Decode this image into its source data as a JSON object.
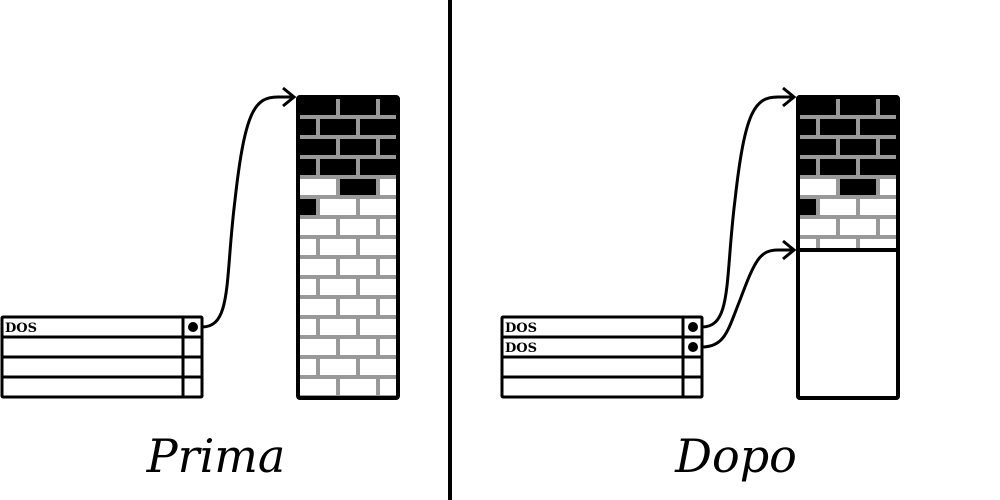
{
  "left": {
    "caption": "Prima",
    "rows": [
      "DOS",
      "",
      "",
      ""
    ]
  },
  "right": {
    "caption": "Dopo",
    "rows": [
      "DOS",
      "DOS",
      "",
      ""
    ]
  },
  "colors": {
    "ink": "#000000",
    "mortar": "#999999",
    "background": "#ffffff"
  }
}
